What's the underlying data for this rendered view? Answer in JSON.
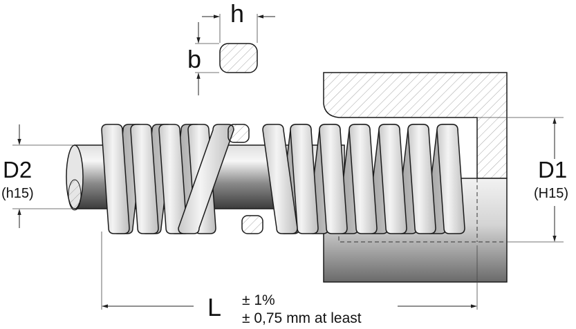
{
  "labels": {
    "h": "h",
    "b": "b",
    "d2": "D2",
    "d2_tol": "(h15)",
    "d1": "D1",
    "d1_tol": "(H15)",
    "l": "L",
    "l_tol_1": "± 1%",
    "l_tol_2": "± 0,75 mm at least"
  },
  "colors": {
    "coil": "#e4e4e4",
    "steel": "#9a9a9a",
    "outline": "#1a1a1a",
    "hatch": "#8c8c8c"
  }
}
